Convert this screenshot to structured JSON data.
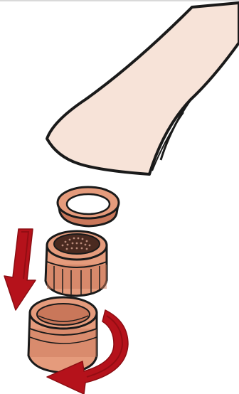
{
  "diagram": {
    "parts": [
      {
        "name": "faucet-spout",
        "label": ""
      },
      {
        "name": "washer-ring",
        "label": ""
      },
      {
        "name": "aerator-insert",
        "label": ""
      },
      {
        "name": "aerator-housing",
        "label": ""
      }
    ],
    "arrows": [
      {
        "name": "down-arrow",
        "direction": "down"
      },
      {
        "name": "rotate-arrow",
        "direction": "counter-clockwise"
      }
    ],
    "colors": {
      "spout_fill": "#f7e3d8",
      "part_fill": "#e59b7c",
      "part_shade": "#c9775a",
      "outline": "#1a1a1a",
      "arrow_red": "#b5121b",
      "arrow_dark": "#8c0d12",
      "mesh": "#4a2a20"
    }
  }
}
